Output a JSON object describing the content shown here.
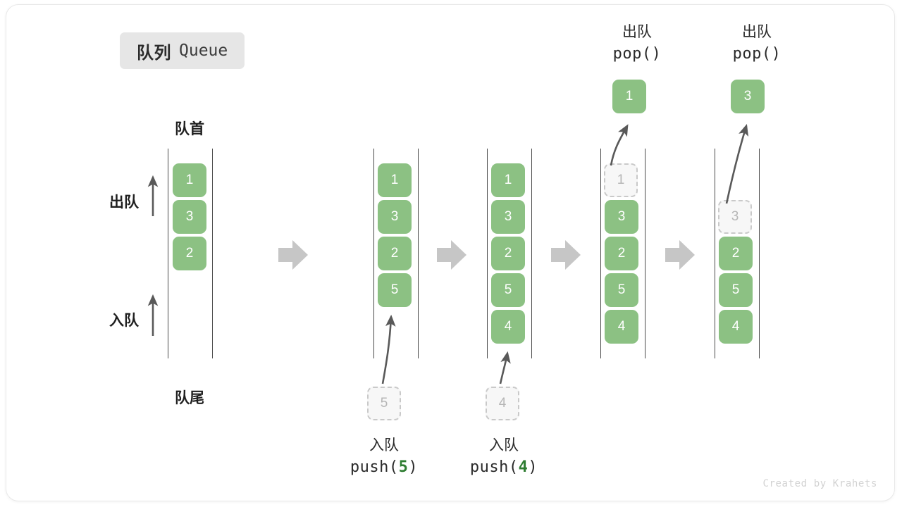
{
  "diagram": {
    "title_cn": "队列",
    "title_en": "Queue",
    "credit": "Created by Krahets",
    "colors": {
      "cell_fill": "#8cc183",
      "cell_text": "#ffffff",
      "ghost_fill": "#f7f7f7",
      "ghost_border": "#c9c9c9",
      "ghost_text": "#b6b6b6",
      "rail": "#4a4a4a",
      "arrow": "#595959",
      "step_arrow": "#c6c6c6",
      "chip_bg": "#e6e6e6",
      "code_accent": "#2f7d32",
      "credit_text": "#d2d2d2"
    },
    "annotations": {
      "front_label": "队首",
      "rear_label": "队尾",
      "dequeue_label": "出队",
      "enqueue_label": "入队"
    },
    "panels": [
      {
        "id": "initial",
        "cells": [
          {
            "value": "1",
            "state": "filled"
          },
          {
            "value": "3",
            "state": "filled"
          },
          {
            "value": "2",
            "state": "filled"
          }
        ],
        "incoming": null,
        "popped": null,
        "caption_cn": "",
        "caption_code": ""
      },
      {
        "id": "push-5",
        "cells": [
          {
            "value": "1",
            "state": "filled"
          },
          {
            "value": "3",
            "state": "filled"
          },
          {
            "value": "2",
            "state": "filled"
          },
          {
            "value": "5",
            "state": "filled"
          }
        ],
        "incoming": {
          "value": "5",
          "state": "ghost"
        },
        "popped": null,
        "caption_cn": "入队",
        "caption_code_prefix": "push(",
        "caption_code_num": "5",
        "caption_code_suffix": ")"
      },
      {
        "id": "push-4",
        "cells": [
          {
            "value": "1",
            "state": "filled"
          },
          {
            "value": "3",
            "state": "filled"
          },
          {
            "value": "2",
            "state": "filled"
          },
          {
            "value": "5",
            "state": "filled"
          },
          {
            "value": "4",
            "state": "filled"
          }
        ],
        "incoming": {
          "value": "4",
          "state": "ghost"
        },
        "popped": null,
        "caption_cn": "入队",
        "caption_code_prefix": "push(",
        "caption_code_num": "4",
        "caption_code_suffix": ")"
      },
      {
        "id": "pop-1",
        "cells": [
          {
            "value": "1",
            "state": "ghost"
          },
          {
            "value": "3",
            "state": "filled"
          },
          {
            "value": "2",
            "state": "filled"
          },
          {
            "value": "5",
            "state": "filled"
          },
          {
            "value": "4",
            "state": "filled"
          }
        ],
        "incoming": null,
        "popped": {
          "value": "1",
          "state": "filled"
        },
        "header_cn": "出队",
        "header_code": "pop()"
      },
      {
        "id": "pop-3",
        "cells": [
          {
            "value": "3",
            "state": "ghost"
          },
          {
            "value": "2",
            "state": "filled"
          },
          {
            "value": "5",
            "state": "filled"
          },
          {
            "value": "4",
            "state": "filled"
          }
        ],
        "incoming": null,
        "popped": {
          "value": "3",
          "state": "filled"
        },
        "header_cn": "出队",
        "header_code": "pop()"
      }
    ],
    "step_arrows": 4
  }
}
